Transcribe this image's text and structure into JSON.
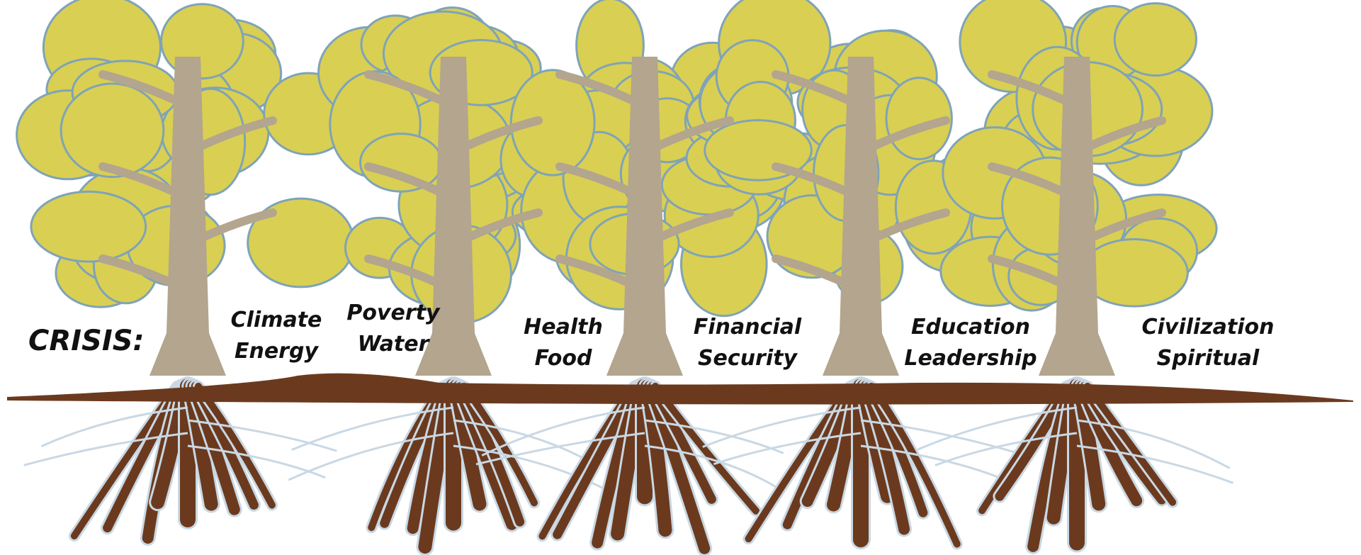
{
  "heading": "CRISIS:",
  "colors": {
    "foliage": "#d9cf52",
    "foliage_edge": "#7fa3b8",
    "trunk": "#b3a58e",
    "root": "#6b3a1e",
    "root_edge": "#c9d8e4"
  },
  "trees": [
    {
      "lines": [
        "Climate",
        "Energy"
      ]
    },
    {
      "lines": [
        "Poverty",
        "Water"
      ]
    },
    {
      "lines": [
        "Health",
        "Food"
      ]
    },
    {
      "lines": [
        "Financial",
        "Security"
      ]
    },
    {
      "lines": [
        "Education",
        "Leadership"
      ]
    },
    {
      "lines": [
        "Civilization",
        "Spiritual"
      ]
    }
  ]
}
